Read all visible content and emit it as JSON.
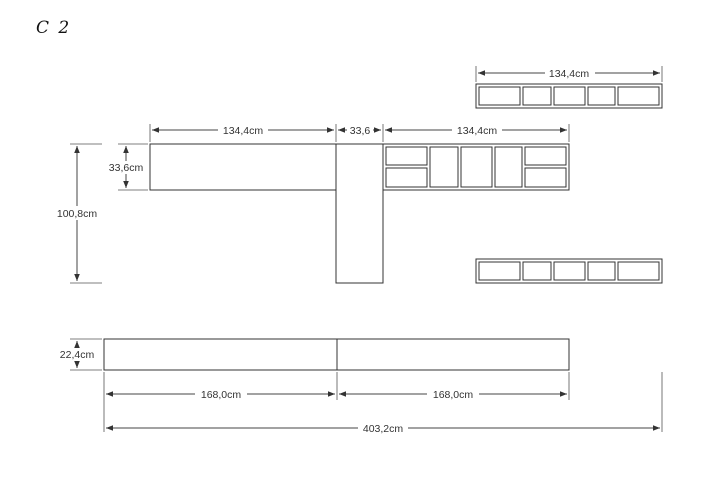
{
  "drawing": {
    "title": "C 2",
    "dimensions": {
      "top_shelf_width": "134,4cm",
      "left_cabinet_width": "134,4cm",
      "tower_width": "33,6",
      "right_cabinet_width": "134,4cm",
      "cabinet_height": "33,6cm",
      "tower_height": "100,8cm",
      "base_height": "22,4cm",
      "base_left_width": "168,0cm",
      "base_right_width": "168,0cm",
      "total_width": "403,2cm"
    }
  }
}
